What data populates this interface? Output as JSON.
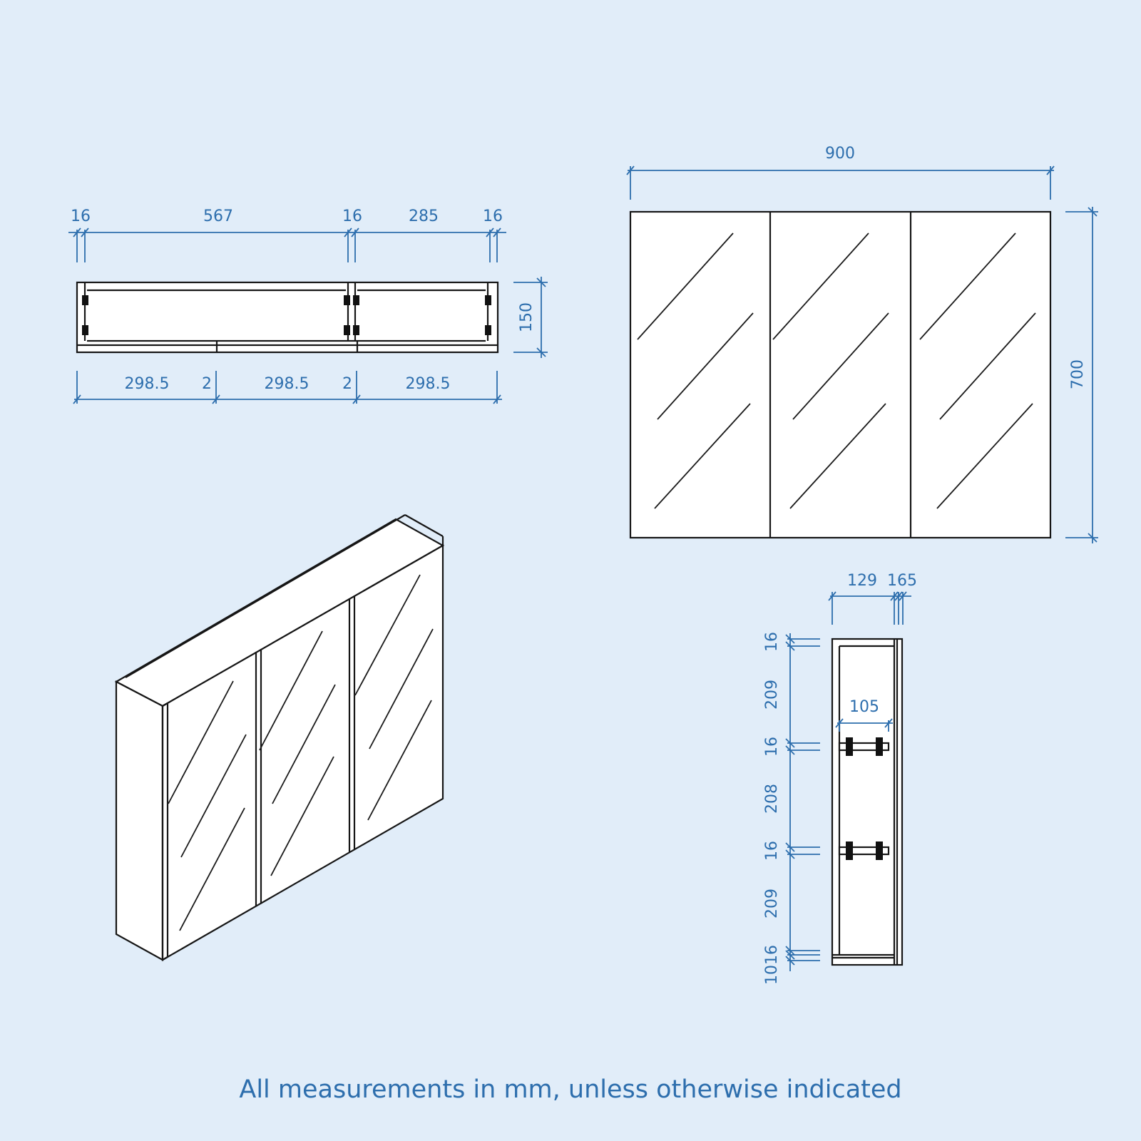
{
  "top_view": {
    "top_dims": [
      "16",
      "567",
      "16",
      "285",
      "16"
    ],
    "bottom_dims": [
      "298.5",
      "2",
      "298.5",
      "2",
      "298.5"
    ],
    "depth": "150"
  },
  "front_view": {
    "width": "900",
    "height": "700"
  },
  "side_view": {
    "top_dims": [
      "129",
      "165"
    ],
    "shelf_depth": "105",
    "left_dims": [
      "16",
      "209",
      "16",
      "208",
      "16",
      "209",
      "1016"
    ]
  },
  "footer": {
    "note": "All measurements in mm, unless otherwise indicated"
  },
  "colors": {
    "background": "#e1edf9",
    "dimension": "#2d6ead",
    "outline": "#161616"
  }
}
